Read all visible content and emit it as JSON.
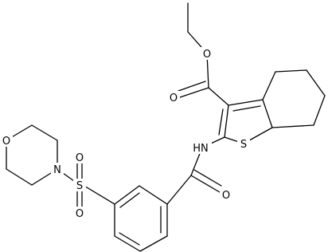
{
  "atom_labels": {
    "ester_ether_o": "O",
    "ester_carbonyl_o": "O",
    "thiophene_s": "S",
    "amide_nh": "HN",
    "amide_o": "O",
    "sulfonyl_s": "S",
    "sulfonyl_o_top": "O",
    "sulfonyl_o_bottom": "O",
    "morpholine_n": "N",
    "morpholine_o": "O"
  }
}
